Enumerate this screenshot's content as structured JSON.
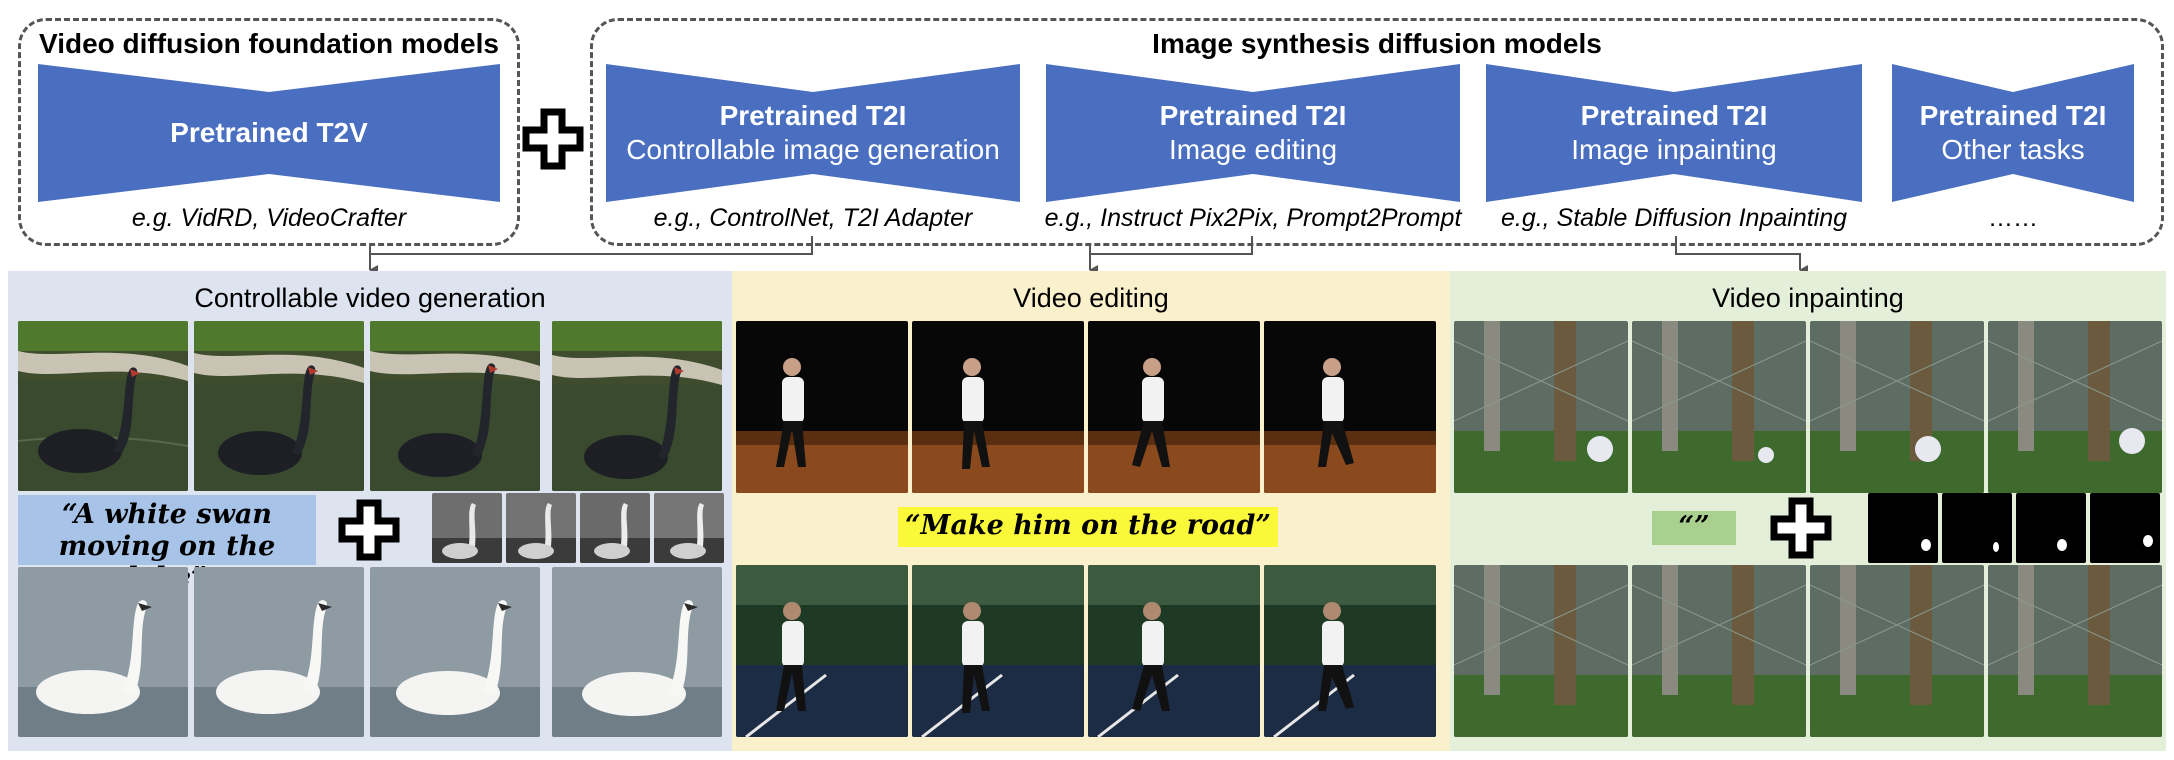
{
  "top": {
    "video_group_title": "Video diffusion foundation models",
    "image_group_title": "Image synthesis diffusion models",
    "t2v": {
      "title": "Pretrained T2V",
      "examples": "e.g. VidRD, VideoCrafter"
    },
    "t2i_models": [
      {
        "title": "Pretrained T2I",
        "task": "Controllable image generation",
        "examples": "e.g., ControlNet, T2I Adapter"
      },
      {
        "title": "Pretrained T2I",
        "task": "Image editing",
        "examples": "e.g., Instruct Pix2Pix, Prompt2Prompt"
      },
      {
        "title": "Pretrained T2I",
        "task": "Image inpainting",
        "examples": "e.g., Stable Diffusion Inpainting"
      },
      {
        "title": "Pretrained T2I",
        "task": "Other tasks",
        "examples": "……"
      }
    ]
  },
  "panels": {
    "controllable": {
      "title": "Controllable video generation",
      "prompt_line1": "“A white swan",
      "prompt_line2": "moving on the lake”"
    },
    "editing": {
      "title": "Video editing",
      "prompt": "“Make him on the road”"
    },
    "inpainting": {
      "title": "Video inpainting",
      "prompt": "“”"
    }
  },
  "colors": {
    "model_fill": "#4a6fc1",
    "panel_controllable": "#dde4f0",
    "panel_editing": "#fbf0cc",
    "panel_inpainting": "#e3efd9",
    "highlight_blue": "#a7c4e8",
    "highlight_yellow": "#fbf83a",
    "highlight_green": "#a9d08e"
  }
}
